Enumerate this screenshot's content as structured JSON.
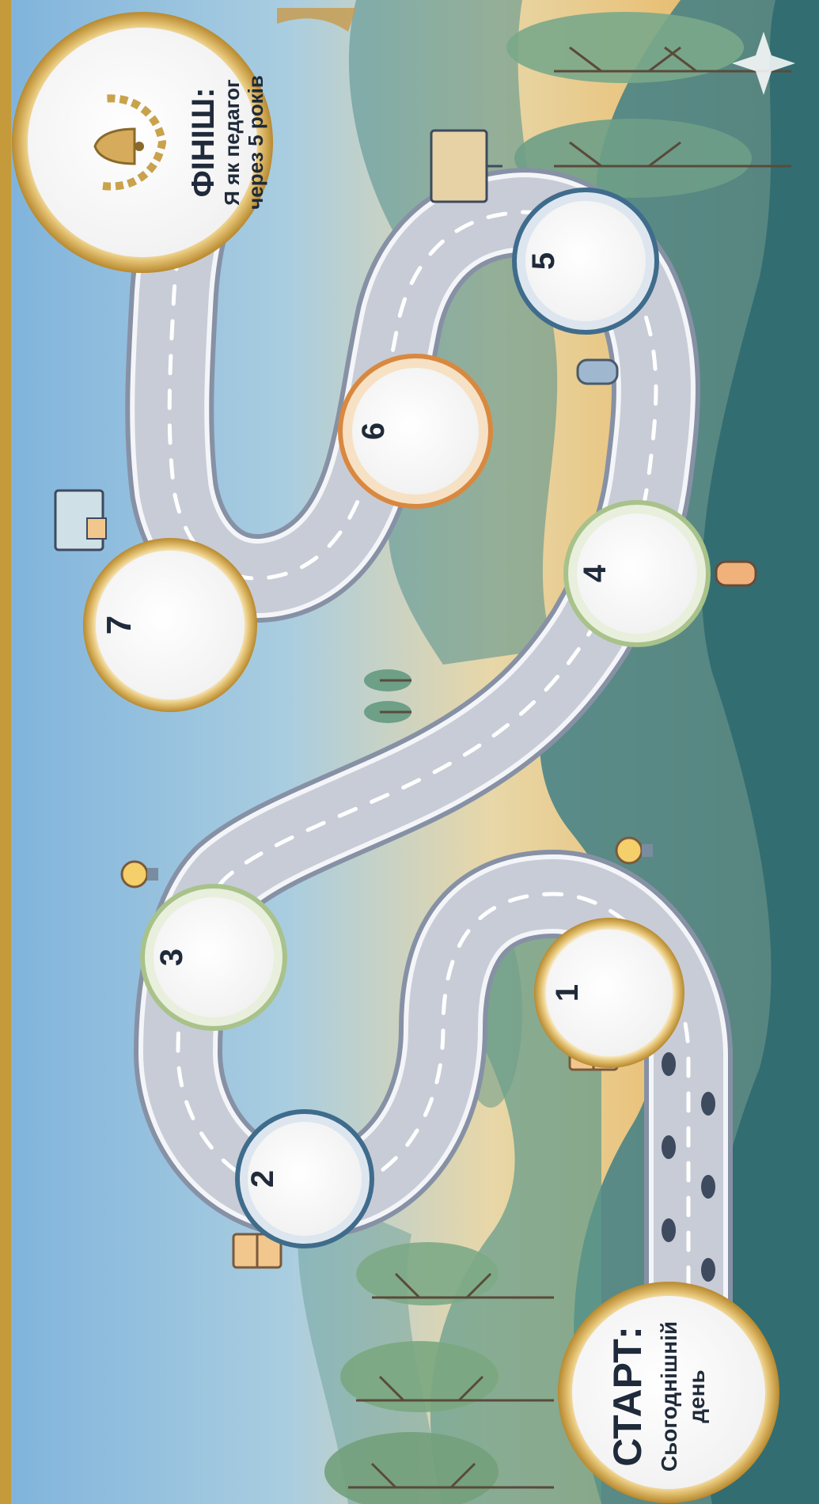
{
  "start": {
    "title": "СТАРТ:",
    "subtitle": "Сьогоднішній день"
  },
  "finish": {
    "title": "ФІНІШ:",
    "line1": "Я як педагог",
    "line2": "через 5 років"
  },
  "milestones": [
    "1",
    "2",
    "3",
    "4",
    "5",
    "6",
    "7"
  ],
  "colors": {
    "gold": "#c9a24c",
    "road": "#c9ccd6",
    "road_edge": "#8a93a6",
    "text": "#1f2a3a"
  },
  "icons": [
    "open-book-icon",
    "lightbulb-icon",
    "handshake-icon",
    "teacher-board-icon",
    "presentation-icon",
    "bell-icon",
    "laurel-wreath-icon",
    "footprints-icon"
  ]
}
